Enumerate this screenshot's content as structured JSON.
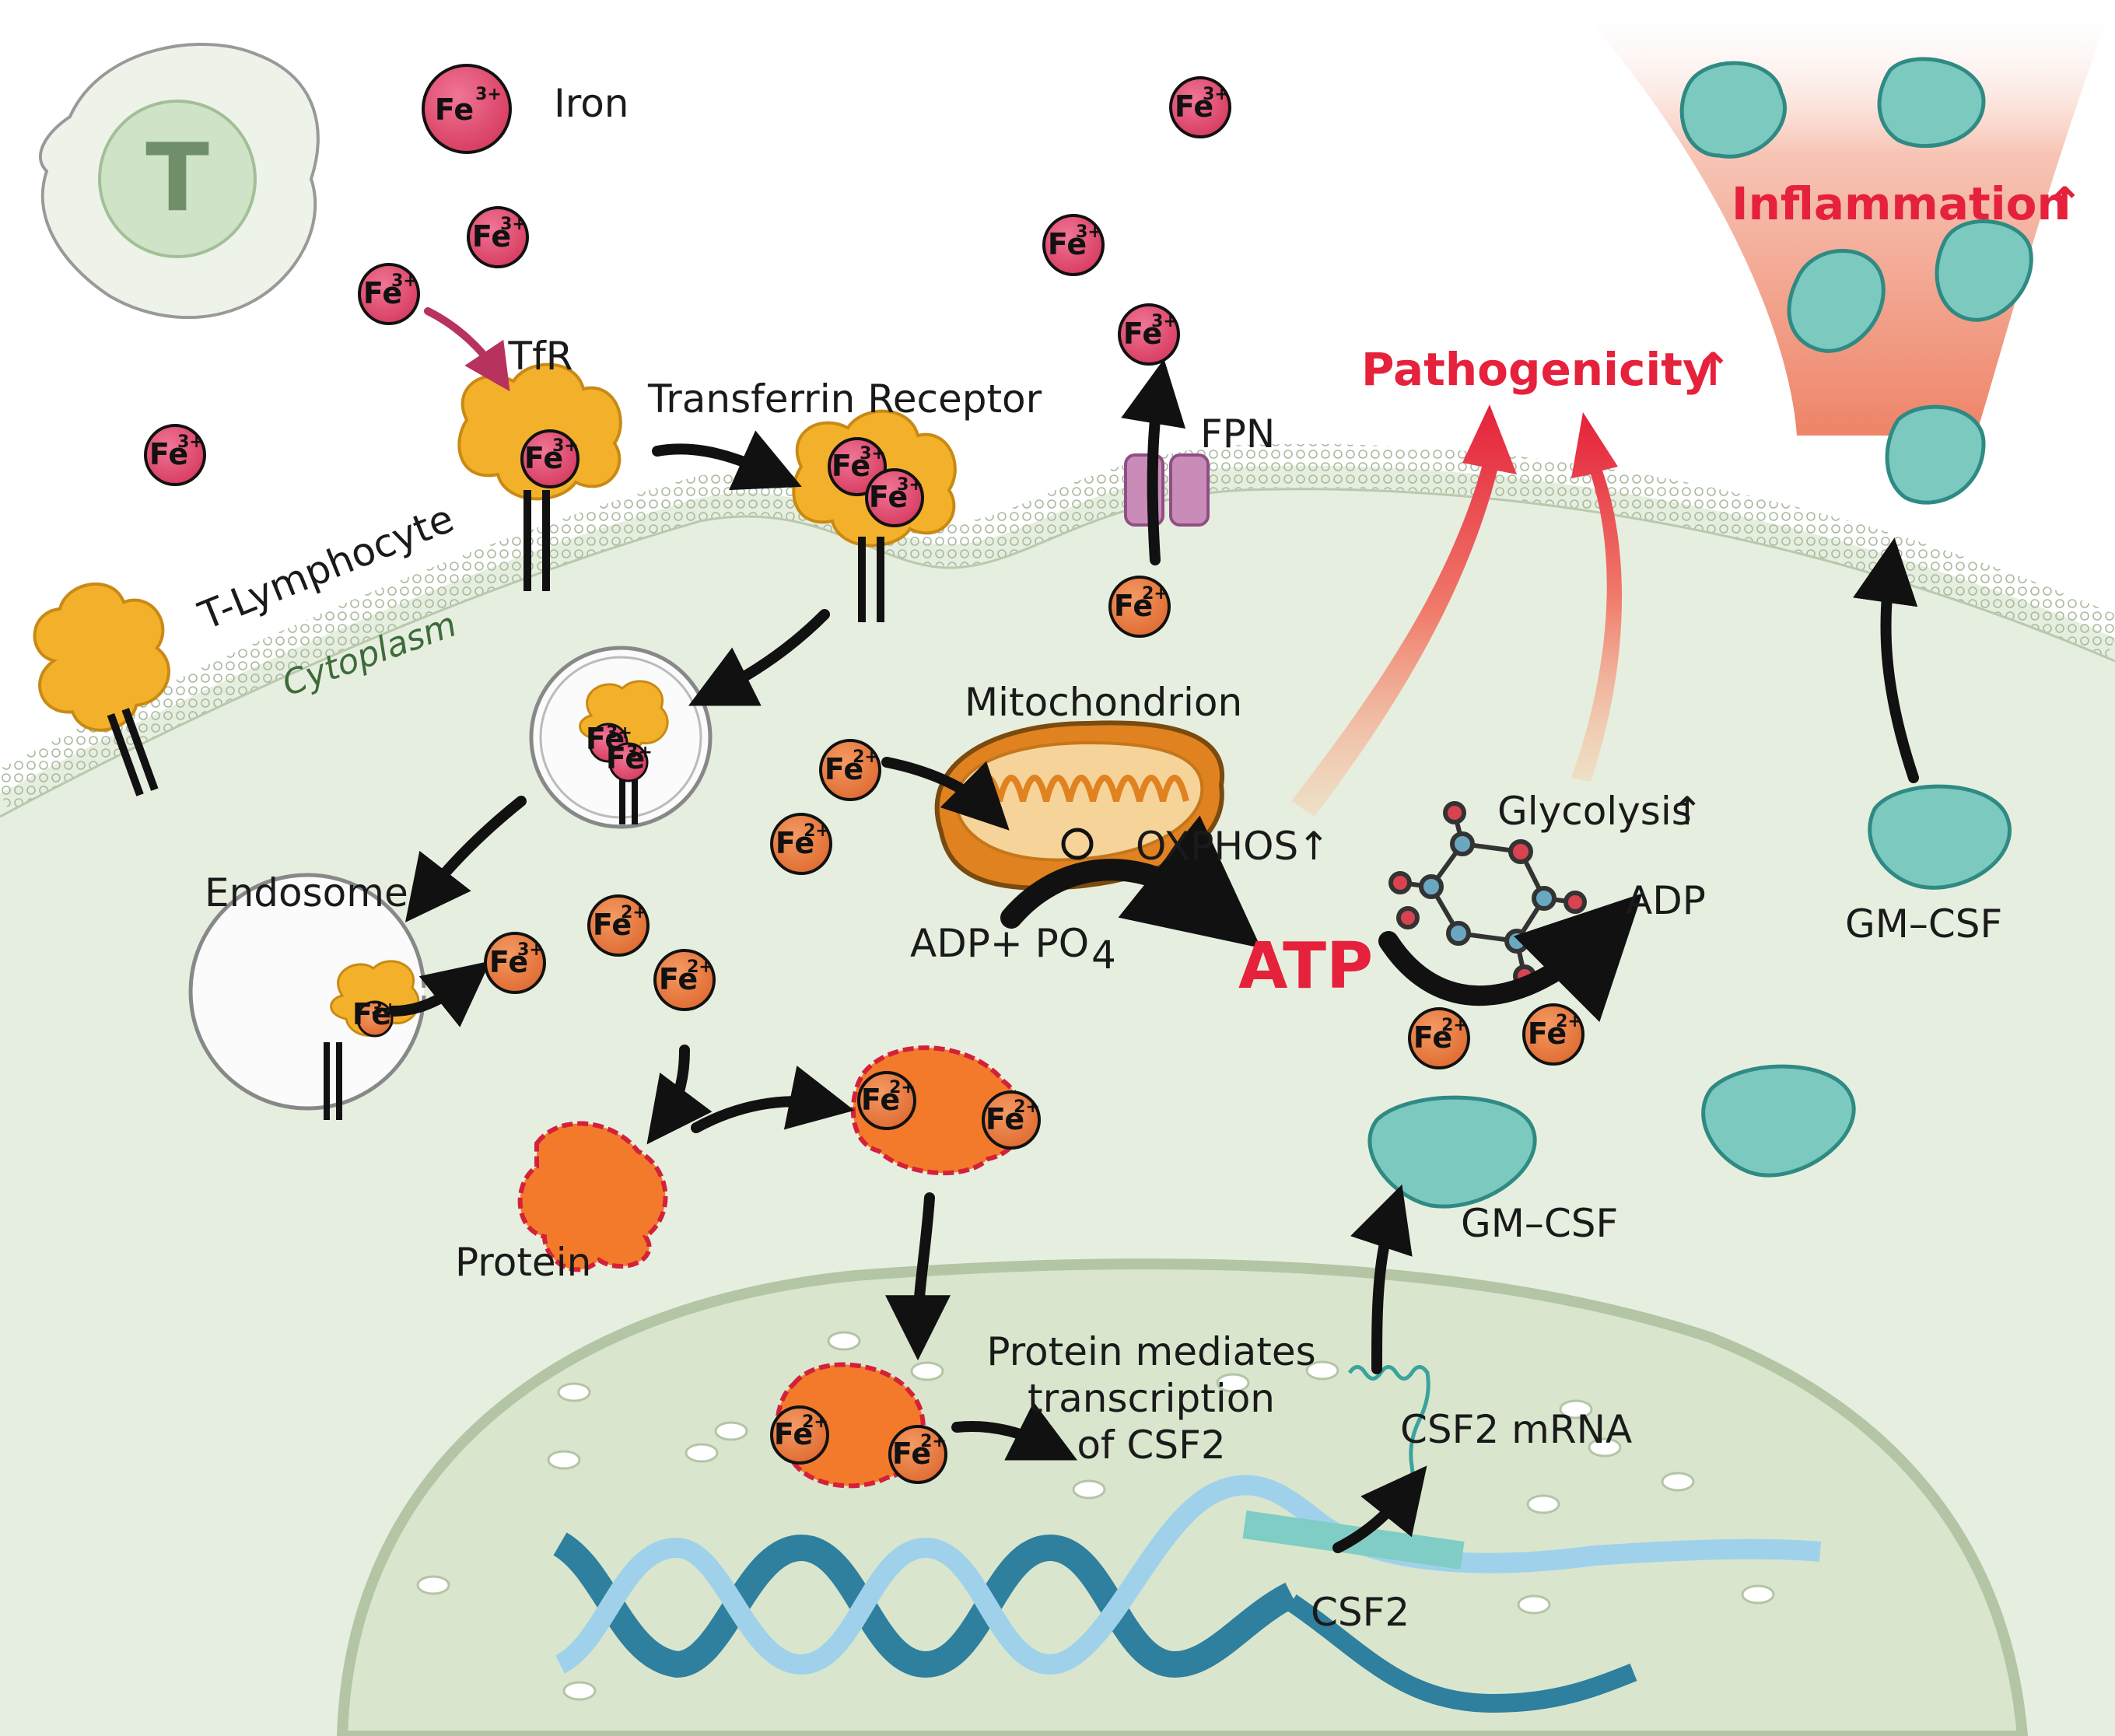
{
  "labels": {
    "tcell_letter": "T",
    "iron": "Iron",
    "tfr": "TfR",
    "transferrin_receptor": "Transferrin Receptor",
    "fpn": "FPN",
    "t_lymphocyte": "T-Lymphocyte",
    "cytoplasm": "Cytoplasm",
    "endosome": "Endosome",
    "mitochondrion": "Mitochondrion",
    "oxphos": "OXPHOS",
    "glycolysis": "Glycolysis",
    "adp_po4": "ADP+ PO",
    "po4_sub": "4",
    "atp": "ATP",
    "adp": "ADP",
    "pathogenicity": "Pathogenicity",
    "inflammation": "Inflammation",
    "gmcsf_right": "GM–CSF",
    "gmcsf_center": "GM–CSF",
    "protein": "Protein",
    "protein_mediates_1": "Protein mediates",
    "protein_mediates_2": "transcription",
    "protein_mediates_3": "of CSF2",
    "csf2_mrna": "CSF2 mRNA",
    "csf2": "CSF2",
    "up_arrow": "↑"
  },
  "ions": {
    "fe": "Fe",
    "plus3": "3+",
    "plus2": "2+"
  },
  "colors": {
    "fe3_fill": "#e2466a",
    "fe2_fill": "#e8743b",
    "cytoplasm_bg": "#e6efdf",
    "nucleus_bg": "#d9e6cd",
    "membrane": "#b9c9ad",
    "receptor": "#f3b12b",
    "red_text": "#e5213b",
    "gmcsf": "#3aa39c",
    "dna_dark": "#2f7f9e",
    "dna_light": "#9fd2ea"
  }
}
